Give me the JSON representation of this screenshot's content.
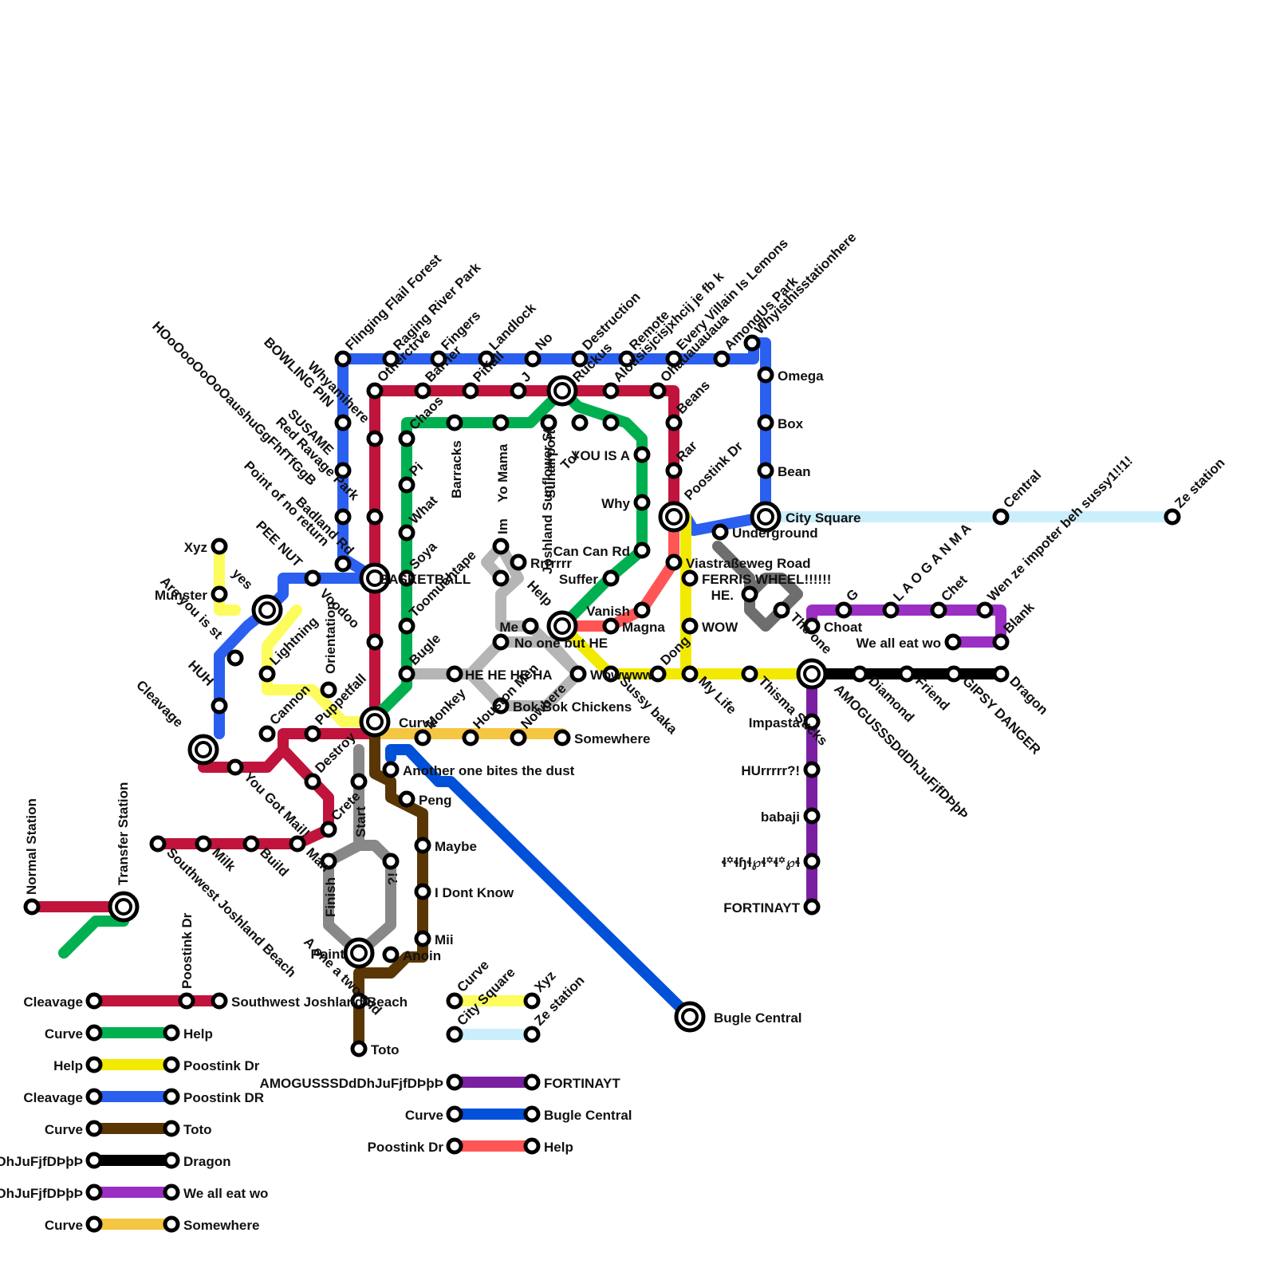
{
  "key": {
    "normal": "Normal Station",
    "transfer": "Transfer Station"
  },
  "colors": {
    "crimson": "#c0143c",
    "green": "#00b050",
    "yellow": "#f2ea00",
    "lightyellow": "#fcfc5c",
    "blue": "#2b5ff0",
    "brown": "#5a3605",
    "black": "#000000",
    "purple": "#9b2fc4",
    "darkpurple": "#7b1fa2",
    "gold": "#f5c642",
    "royal": "#0050d8",
    "coral": "#ff5555",
    "skyblue": "#cbeefb",
    "gray": "#888888",
    "lightgray": "#b5b5b5",
    "darkgray": "#6e6e6e"
  },
  "stations": [
    {
      "name": "Flinging Flail Forest"
    },
    {
      "name": "Raging River Park"
    },
    {
      "name": "Fingers"
    },
    {
      "name": "Landlock"
    },
    {
      "name": "No"
    },
    {
      "name": "Destruction"
    },
    {
      "name": "Remote"
    },
    {
      "name": "Every Villain Is Lemons"
    },
    {
      "name": "AmongUs Park"
    },
    {
      "name": "Whyisthisstationhere"
    },
    {
      "name": "Omega"
    },
    {
      "name": "Box"
    },
    {
      "name": "Bean"
    },
    {
      "name": "City Square"
    },
    {
      "name": "Underground"
    },
    {
      "name": "Central"
    },
    {
      "name": "Ze station"
    },
    {
      "name": "Wen ze impoter beh sussy1!!1!"
    },
    {
      "name": "Otherctrve"
    },
    {
      "name": "Barrier"
    },
    {
      "name": "Pitfall"
    },
    {
      "name": "J"
    },
    {
      "name": "Ruckus"
    },
    {
      "name": "Alotisisjcisjxhcij je fb k"
    },
    {
      "name": "Ohauauauaua"
    },
    {
      "name": "Beans"
    },
    {
      "name": "Rar"
    },
    {
      "name": "Poostink Dr"
    },
    {
      "name": "Viastraßeweg Road"
    },
    {
      "name": "FERRIS WHEEL!!!!!!"
    },
    {
      "name": "WOW"
    },
    {
      "name": "HE."
    },
    {
      "name": "Choat"
    },
    {
      "name": "G"
    },
    {
      "name": "L A O   G A N   M A"
    },
    {
      "name": "Chet"
    },
    {
      "name": "Blank"
    },
    {
      "name": "We all eat wo"
    },
    {
      "name": "Dragon"
    },
    {
      "name": "GIPSY DANGER"
    },
    {
      "name": "Friend"
    },
    {
      "name": "Diamond"
    },
    {
      "name": "AMOGUSSSDdDhJuFjfDÞþÞ"
    },
    {
      "name": "Impasta"
    },
    {
      "name": "HUrrrrr?!"
    },
    {
      "name": "babaji"
    },
    {
      "name": "ɬ꙳ɬɧɬ℘ɬ꙳ɬ꙳℘ɬ"
    },
    {
      "name": "FORTINAYT"
    },
    {
      "name": "The one"
    },
    {
      "name": "Thisma Sucks"
    },
    {
      "name": "My Life"
    },
    {
      "name": "Dong"
    },
    {
      "name": "Wowwww"
    },
    {
      "name": "Sussy baka"
    },
    {
      "name": "Chaos"
    },
    {
      "name": "Barracks"
    },
    {
      "name": "Yo Mama"
    },
    {
      "name": "Sunairport"
    },
    {
      "name": "Tor"
    },
    {
      "name": "Joshland Sunflower St"
    },
    {
      "name": "YOU IS A"
    },
    {
      "name": "Why"
    },
    {
      "name": "Can Can Rd"
    },
    {
      "name": "Suffer"
    },
    {
      "name": "Vanish"
    },
    {
      "name": "Magna"
    },
    {
      "name": "Im"
    },
    {
      "name": "Rrrrrrr"
    },
    {
      "name": "Help"
    },
    {
      "name": "Me"
    },
    {
      "name": "No one but HE"
    },
    {
      "name": "HE HE HE HA"
    },
    {
      "name": "Bok Bok Chickens"
    },
    {
      "name": "Nowhere"
    },
    {
      "name": "Houston Men"
    },
    {
      "name": "Somewhere"
    },
    {
      "name": "Monkey"
    },
    {
      "name": "Curve"
    },
    {
      "name": "Another one bites the dust"
    },
    {
      "name": "Peng"
    },
    {
      "name": "Maybe"
    },
    {
      "name": "I Dont Know"
    },
    {
      "name": "Mii"
    },
    {
      "name": "Anoin"
    },
    {
      "name": "Toto"
    },
    {
      "name": "A one a two and"
    },
    {
      "name": "Point"
    },
    {
      "name": "Finish"
    },
    {
      "name": "?!"
    },
    {
      "name": "Start"
    },
    {
      "name": "Crete"
    },
    {
      "name": "Destroy"
    },
    {
      "name": "Puppetfall"
    },
    {
      "name": "Orientation"
    },
    {
      "name": "Cannon"
    },
    {
      "name": "Voodoo"
    },
    {
      "name": "Lightning"
    },
    {
      "name": "BASKETBALL"
    },
    {
      "name": "Toomuchtape"
    },
    {
      "name": "Soya"
    },
    {
      "name": "What"
    },
    {
      "name": "Pi"
    },
    {
      "name": "Bugle"
    },
    {
      "name": "Bugle Central"
    },
    {
      "name": "Whyamihere"
    },
    {
      "name": "BOWLING PIN"
    },
    {
      "name": "HOoOooOoOoOaushuGgFhfTfGgB"
    },
    {
      "name": "SUSAME"
    },
    {
      "name": "Red Ravage Park"
    },
    {
      "name": "Point of no return"
    },
    {
      "name": "Badland Rd"
    },
    {
      "name": "PEE NUT"
    },
    {
      "name": "yes"
    },
    {
      "name": "Xyz"
    },
    {
      "name": "Munster"
    },
    {
      "name": "Are you is st"
    },
    {
      "name": "HUH"
    },
    {
      "name": "Cleavage"
    },
    {
      "name": "You Got Mail!"
    },
    {
      "name": "Man"
    },
    {
      "name": "Milk"
    },
    {
      "name": "Build"
    },
    {
      "name": "Southwest Joshland Beach"
    }
  ],
  "legend": [
    {
      "from": "Cleavage",
      "to": "Southwest Joshland Beach",
      "mid": "Poostink Dr",
      "color": "crimson"
    },
    {
      "from": "Curve",
      "to": "Help",
      "color": "green"
    },
    {
      "from": "Help",
      "to": "Poostink Dr",
      "color": "yellow"
    },
    {
      "from": "Cleavage",
      "to": "Poostink DR",
      "color": "blue"
    },
    {
      "from": "Curve",
      "to": "Toto",
      "color": "brown"
    },
    {
      "from": "AMOGUSSSDdDhJuFjfDÞþÞ",
      "to": "Dragon",
      "color": "black"
    },
    {
      "from": "AMOGUSSSDdDhJuFjfDÞþÞ",
      "to": "We all eat wo",
      "color": "purple"
    },
    {
      "from": "Curve",
      "to": "Somewhere",
      "color": "gold"
    },
    {
      "from": "Curve",
      "to": "Xyz",
      "color": "lightyellow"
    },
    {
      "from": "City Square",
      "to": "Ze station",
      "color": "skyblue"
    },
    {
      "from": "AMOGUSSSDdDhJuFjfDÞþÞ",
      "to": "FORTINAYT",
      "color": "darkpurple"
    },
    {
      "from": "Curve",
      "to": "Bugle Central",
      "color": "royal"
    },
    {
      "from": "Poostink Dr",
      "to": "Help",
      "color": "coral"
    }
  ]
}
